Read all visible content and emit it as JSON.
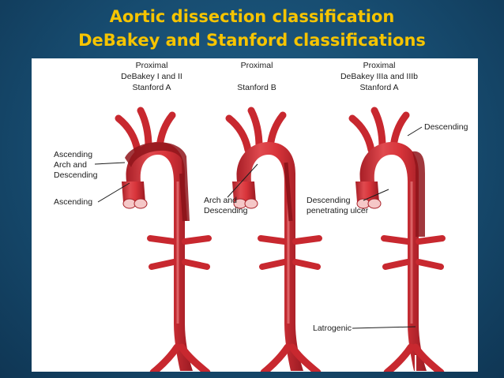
{
  "header": {
    "title_line1": "Aortic dissection classification",
    "title_line2": "DeBakey and Stanford classifications"
  },
  "diagrams": [
    {
      "heading": [
        "Proximal",
        "DeBakey I and II",
        "Stanford A"
      ],
      "labels": [
        "Ascending",
        "Arch and",
        "Descending",
        "Ascending"
      ]
    },
    {
      "heading": [
        "Proximal",
        "Stanford B"
      ],
      "labels": [
        "Arch and",
        "Descending"
      ]
    },
    {
      "heading": [
        "Proximal",
        "DeBakey IIIa and IIIb",
        "Stanford A"
      ],
      "labels": [
        "Descending",
        "Descending",
        "penetrating ulcer",
        "Latrogenic"
      ]
    }
  ],
  "colors": {
    "title": "#f6c400",
    "background": "#174c70",
    "vessel": "#d8343a",
    "vessel_dark": "#a81f27",
    "vessel_light": "#f08a8a",
    "dissection": "#8f151b"
  }
}
